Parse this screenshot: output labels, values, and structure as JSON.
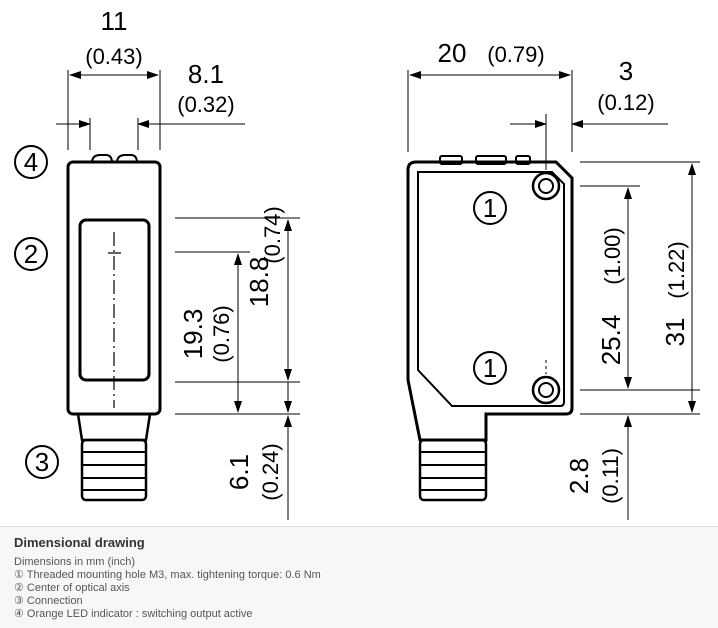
{
  "front_view": {
    "dim_width": {
      "value": "11",
      "inch": "(0.43)"
    },
    "dim_offset": {
      "value": "8.1",
      "inch": "(0.32)"
    },
    "dim_optical": {
      "value": "19.3",
      "inch": "(0.76)"
    },
    "dim_window": {
      "value": "18.8",
      "inch": "(0.74)"
    },
    "dim_connector": {
      "value": "6.1",
      "inch": "(0.24)"
    },
    "callouts": {
      "led": "4",
      "optical_axis": "2",
      "connection": "3"
    }
  },
  "side_view": {
    "dim_depth": {
      "value": "20",
      "inch": "(0.79)"
    },
    "dim_hole_offset": {
      "value": "3",
      "inch": "(0.12)"
    },
    "dim_hole_spacing": {
      "value": "25.4",
      "inch": "(1.00)"
    },
    "dim_height": {
      "value": "31",
      "inch": "(1.22)"
    },
    "dim_bottom": {
      "value": "2.8",
      "inch": "(0.11)"
    },
    "callouts": {
      "hole_top": "1",
      "hole_bottom": "1"
    }
  },
  "caption": {
    "title": "Dimensional drawing",
    "lines": [
      "Dimensions in mm (inch)",
      "① Threaded mounting hole M3, max. tightening torque: 0.6 Nm",
      "② Center of optical axis",
      "③ Connection",
      "④ Orange LED indicator : switching output active"
    ]
  }
}
